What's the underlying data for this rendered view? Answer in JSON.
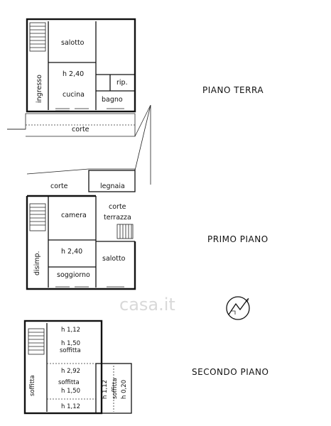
{
  "floors": {
    "ground": "PIANO TERRA",
    "first": "PRIMO PIANO",
    "second": "SECONDO PIANO"
  },
  "ground_rooms": {
    "salotto": "salotto",
    "height": "h 2,40",
    "cucina": "cucina",
    "ingresso": "ingresso",
    "rip": "rip.",
    "bagno": "bagno",
    "corte": "corte"
  },
  "first_rooms": {
    "corte_left": "corte",
    "legnaia": "legnaia",
    "camera": "camera",
    "corte_right": "corte",
    "terrazza": "terrazza",
    "height": "h 2,40",
    "salotto": "salotto",
    "disimp": "disimp.",
    "soggiorno": "soggiorno"
  },
  "second_rooms": {
    "h1": "h 1,12",
    "h2": "h 1,50",
    "soffitta1": "soffitta",
    "soffitta_left": "soffitta",
    "h3": "h 2,92",
    "soffitta2": "soffitta",
    "h4": "h 1,50",
    "h5": "h 1,12",
    "h6": "h 1,12",
    "h7": "h 0,20",
    "soffitta_right": "soffitta"
  },
  "watermark": "casa.it",
  "icons": {
    "north": "compass-north-icon"
  }
}
